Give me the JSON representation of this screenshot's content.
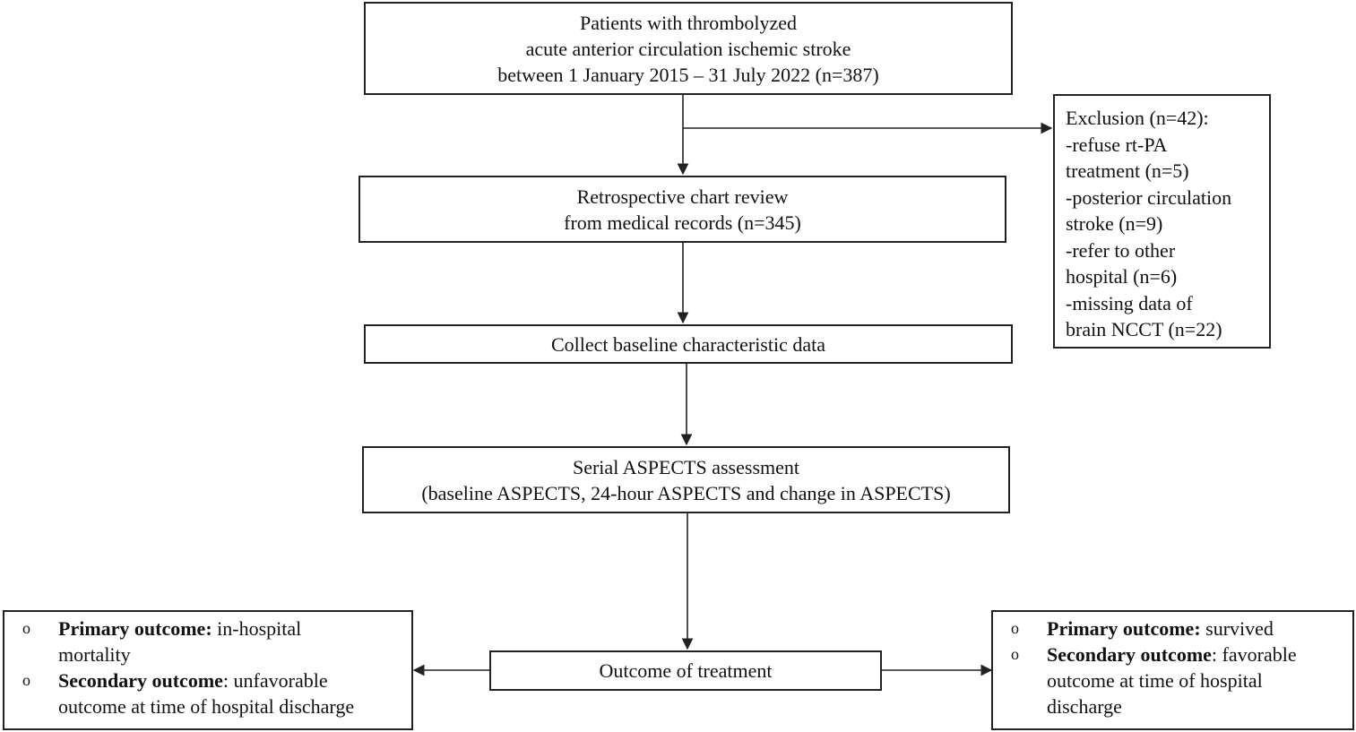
{
  "boxes": {
    "patients": {
      "lines": [
        "Patients with thrombolyzed",
        "acute anterior circulation ischemic stroke",
        "between 1 January 2015 – 31 July 2022 (n=387)"
      ]
    },
    "review": {
      "lines": [
        "Retrospective chart review",
        "from medical records (n=345)"
      ]
    },
    "baseline": {
      "lines": [
        "Collect baseline characteristic data"
      ]
    },
    "aspects": {
      "lines": [
        "Serial ASPECTS assessment",
        "(baseline ASPECTS, 24-hour ASPECTS and change in ASPECTS)"
      ]
    },
    "outcome": {
      "lines": [
        "Outcome of treatment"
      ]
    },
    "exclusion": {
      "lines": [
        "Exclusion (n=42):",
        "-refuse rt-PA",
        "treatment (n=5)",
        "-posterior circulation",
        "stroke (n=9)",
        "-refer to other",
        "hospital (n=6)",
        "-missing data of",
        "brain NCCT (n=22)"
      ]
    },
    "left_outcomes": {
      "bullet": "o",
      "items": [
        {
          "label": "Primary outcome:",
          "rest_first": "in-hospital",
          "rest_lines": [
            "mortality"
          ]
        },
        {
          "label": "Secondary outcome",
          "rest_first": ": unfavorable",
          "rest_lines": [
            "outcome at time of hospital discharge"
          ]
        }
      ]
    },
    "right_outcomes": {
      "bullet": "o",
      "items": [
        {
          "label": "Primary outcome:",
          "rest_first": "survived",
          "rest_lines": []
        },
        {
          "label": "Secondary outcome",
          "rest_first": ": favorable",
          "rest_lines": [
            "outcome at time of hospital",
            "discharge"
          ]
        }
      ]
    }
  }
}
